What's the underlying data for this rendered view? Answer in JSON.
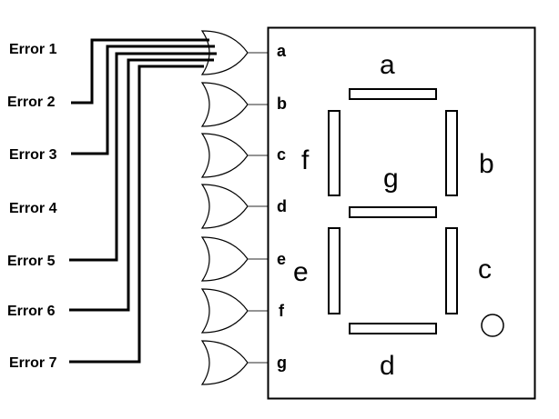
{
  "errors": [
    "Error 1",
    "Error 2",
    "Error 3",
    "Error 4",
    "Error 5",
    "Error 6",
    "Error 7"
  ],
  "outputs": [
    "a",
    "b",
    "c",
    "d",
    "e",
    "f",
    "g"
  ],
  "display": {
    "a": "a",
    "b": "b",
    "c": "c",
    "d": "d",
    "e": "e",
    "f": "f",
    "g": "g"
  }
}
